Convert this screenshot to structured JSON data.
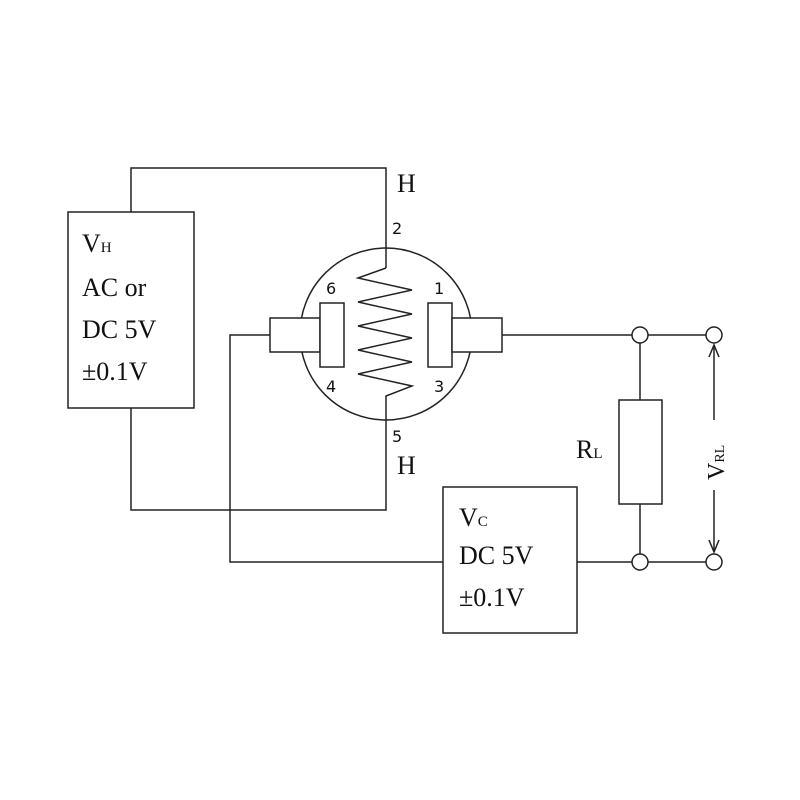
{
  "heater_supply": {
    "label_main": "V",
    "label_sub": "H",
    "line2": "AC or",
    "line3": "DC 5V",
    "line4": "±0.1V"
  },
  "circuit_supply": {
    "label_main": "V",
    "label_sub": "C",
    "line2": "DC 5V",
    "line3": "±0.1V"
  },
  "sensor": {
    "pin_top_label": "H",
    "pin_bottom_label": "H",
    "pin2": "2",
    "pin5": "5",
    "pin6": "6",
    "pin1": "1",
    "pin4": "4",
    "pin3": "3"
  },
  "load_resistor": {
    "label_main": "R",
    "label_sub": "L"
  },
  "output_voltage": {
    "label_main": "V",
    "label_sub": "RL"
  }
}
